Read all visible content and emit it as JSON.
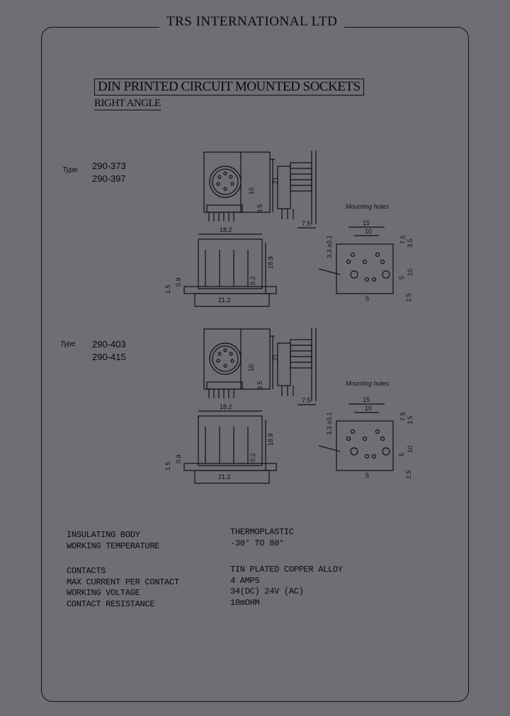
{
  "header": {
    "company": "TRS INTERNATIONAL LTD"
  },
  "title": "DIN PRINTED CIRCUIT MOUNTED SOCKETS",
  "subtitle": "RIGHT ANGLE",
  "sections": [
    {
      "type_label": "Type",
      "part_numbers": [
        "290-373",
        "290-397"
      ],
      "mounting_label": "Mounting holes"
    },
    {
      "type_label": "Type",
      "part_numbers": [
        "290-403",
        "290-415"
      ],
      "mounting_label": "Mounting holes"
    }
  ],
  "dimensions": {
    "front_height": "21",
    "front_inner": "10",
    "front_base": "3.5",
    "side_depth": "7.5",
    "bottom_width": "18.2",
    "bottom_height": "18.9",
    "bottom_left1": "0.9",
    "bottom_left2": "1.5",
    "bottom_right": "0.2",
    "bottom_base": "21.2",
    "mh_outer": "15",
    "mh_inner": "10",
    "mh_r1": "7.5",
    "mh_r2": "3.5",
    "mh_r3": "10",
    "mh_r4": "5",
    "mh_r5": "2.5",
    "mh_bottom": "5",
    "mh_left": "3.3 ±0.1"
  },
  "specs": {
    "group1": [
      {
        "label": "INSULATING BODY",
        "value": "THERMOPLASTIC"
      },
      {
        "label": "WORKING TEMPERATURE",
        "value": "-30° TO 80°"
      }
    ],
    "group2": [
      {
        "label": "CONTACTS",
        "value": "TIN PLATED COPPER ALLOY"
      },
      {
        "label": "MAX CURRENT PER CONTACT",
        "value": "4 AMPS"
      },
      {
        "label": "WORKING VOLTAGE",
        "value": "34(DC) 24V (AC)"
      },
      {
        "label": "CONTACT RESISTANCE",
        "value": "10mOHM"
      }
    ]
  }
}
